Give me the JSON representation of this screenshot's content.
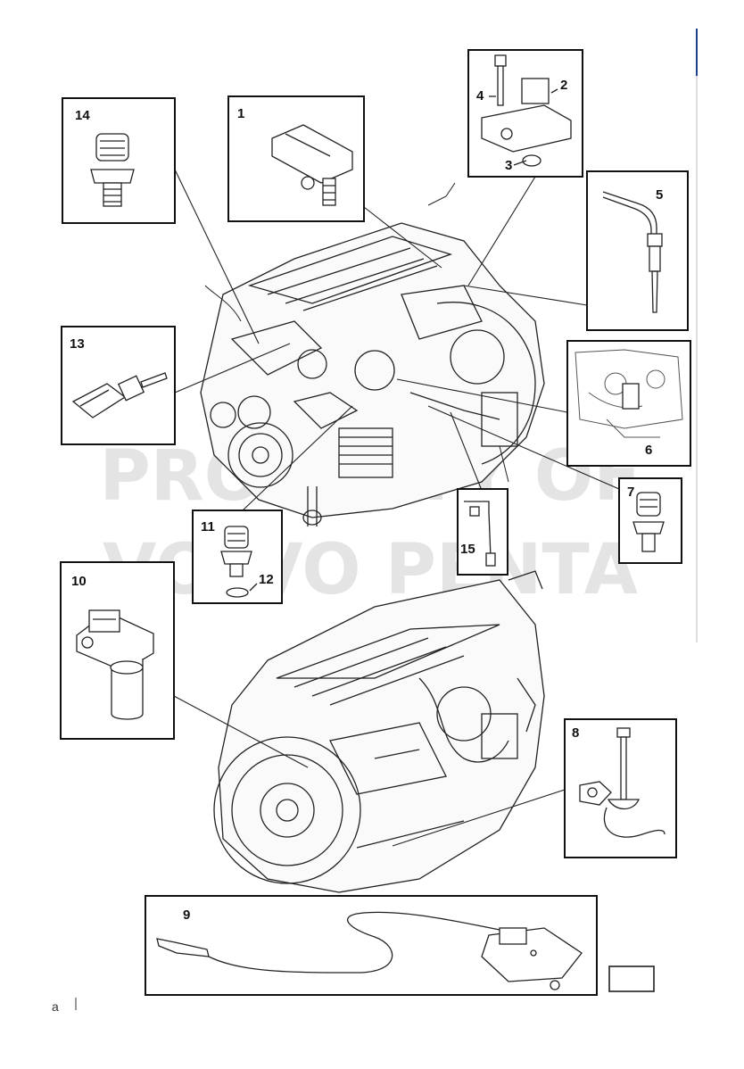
{
  "watermark": {
    "line1": "PROPERTY OF",
    "line2": "VOLVO PENTA"
  },
  "callouts": {
    "c1": "1",
    "c2": "2",
    "c3": "3",
    "c4": "4",
    "c5": "5",
    "c6": "6",
    "c7": "7",
    "c8": "8",
    "c9": "9",
    "c10": "10",
    "c11": "11",
    "c12": "12",
    "c13": "13",
    "c14": "14",
    "c15": "15"
  },
  "footer": {
    "page_mark": "a"
  },
  "colors": {
    "line": "#111111",
    "watermark": "#e4e4e4",
    "accent_bar": "#1f3f8f"
  }
}
